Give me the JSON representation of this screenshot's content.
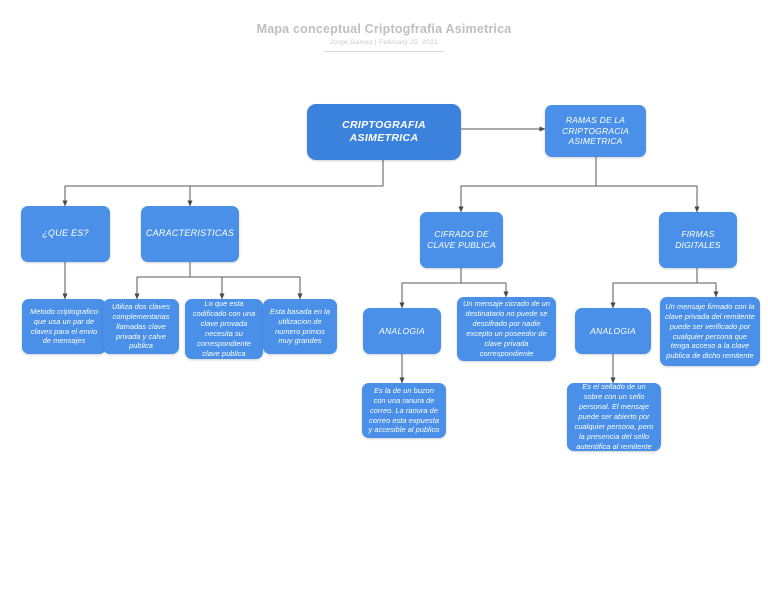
{
  "header": {
    "title": "Mapa conceptual Criptogfrafia Asimetrica",
    "subtitle": "Jorge Gamez  |  February 25, 2021"
  },
  "theme": {
    "node_fill": "#4a90e8",
    "root_fill": "#3b82dd",
    "node_text": "#ffffff",
    "edge_color": "#5a5a5a",
    "title_color": "#bfbfbf",
    "background": "#ffffff"
  },
  "nodes": {
    "root": {
      "label": "CRIPTOGRAFIA ASIMETRICA"
    },
    "ramas": {
      "label": "RAMAS DE LA CRIPTOGRACIA ASIMETRICA"
    },
    "que_es": {
      "label": "¿QUE ES?"
    },
    "caracteristicas": {
      "label": "CARACTERISTICAS"
    },
    "cifrado": {
      "label": "CIFRADO DE CLAVE PUBLICA"
    },
    "firmas": {
      "label": "FIRMAS DIGITALES"
    },
    "que_es_def": {
      "label": "Metodo criptografico que usa un par de claves para el envio de mensajes"
    },
    "carac_1": {
      "label": "Utiliza dos claves complementarias llamadas clave privada y calve publica"
    },
    "carac_2": {
      "label": "Lo que esta codificado con una clave provada necesita su correspondiente clave publica"
    },
    "carac_3": {
      "label": "Esta basada en la utilizacion de numero primos muy grandes"
    },
    "analogia_cifrado": {
      "label": "ANALOGIA"
    },
    "cifrado_def": {
      "label": "Un mensaje cicrado de un destinatario no puede se descifrado por nadie excepto un poseedor de clave privada correspondiente"
    },
    "analogia_firmas": {
      "label": "ANALOGIA"
    },
    "firmas_def": {
      "label": "Un mensaje firmado con la clave privada del remitente puede ser verificado por cualquier persona que tenga acceso a la clave publica de dicho remitente"
    },
    "analogia_cifrado_def": {
      "label": "Es la de un buzon con una ranura  de correo. La ranura de correo esta expuesta y accesible al publico"
    },
    "analogia_firmas_def": {
      "label": "Es el sellado de un sobre con un sello personal. El mensaje puede ser abierto por cualquier persona, pero la presencia del sello autentifica al remitente"
    }
  }
}
